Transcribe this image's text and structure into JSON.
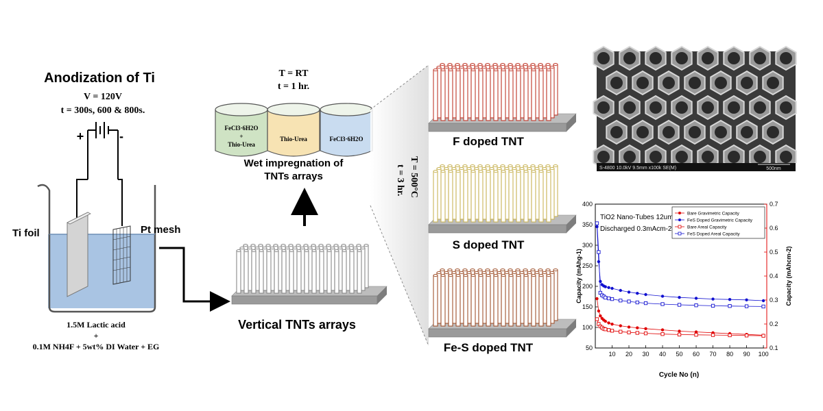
{
  "anodization": {
    "title": "Anodization of Ti",
    "voltage": "V = 120V",
    "time": "t =  300s, 600 & 800s.",
    "plus": "+",
    "minus": "-",
    "ti_foil": "Ti foil",
    "pt_mesh": "Pt mesh",
    "electrolyte_line1": "1.5M Lactic acid",
    "electrolyte_line2": "+",
    "electrolyte_line3": "0.1M NH4F + 5wt% DI Water + EG"
  },
  "impregnation": {
    "temp": "T = RT",
    "time": "t = 1 hr.",
    "beakers": [
      {
        "line1": "FeCl3·6H2O",
        "line2": "+",
        "line3": "Thio-Urea",
        "color": "#cfe3c4"
      },
      {
        "line1": "Thio-Urea",
        "line2": "",
        "line3": "",
        "color": "#f7e3b3"
      },
      {
        "line1": "FeCl3·6H2O",
        "line2": "",
        "line3": "",
        "color": "#c9dcf0"
      }
    ],
    "caption_line1": "Wet impregnation of",
    "caption_line2": "TNTs arrays"
  },
  "vertical": {
    "label": "Vertical TNTs arrays",
    "color": "#e6e6e6"
  },
  "anneal": {
    "temp": "T = 500°C",
    "time": "t = 3 hr."
  },
  "doped": [
    {
      "label": "F doped TNT",
      "color": "#c0392b"
    },
    {
      "label": "S doped TNT",
      "color": "#c9b458"
    },
    {
      "label": "Fe-S doped TNT",
      "color": "#a0522d"
    }
  ],
  "sem": {
    "caption": "S-4800 10.0kV 9.5mm x100k SE(M)",
    "scale": "500nm"
  },
  "chart_data": {
    "type": "scatter",
    "annotation_line1": "TiO2 Nano-Tubes 12um",
    "annotation_line2": "Discharged 0.3mAcm-2",
    "xlabel": "Cycle No (n)",
    "ylabel_left": "Capacity (mAhg-1)",
    "ylabel_right": "Capacity (mAhcm-2)",
    "xlim": [
      0,
      102
    ],
    "ylim_left": [
      50,
      400
    ],
    "ylim_right": [
      0.1,
      0.7
    ],
    "x_ticks": [
      "10",
      "20",
      "30",
      "40",
      "50",
      "60",
      "70",
      "80",
      "90",
      "100"
    ],
    "y_ticks_left": [
      "50",
      "100",
      "150",
      "200",
      "250",
      "300",
      "350",
      "400"
    ],
    "y_ticks_right": [
      "0.1",
      "0.2",
      "0.3",
      "0.4",
      "0.5",
      "0.6",
      "0.7"
    ],
    "series": [
      {
        "name": "Bare Gravimetric Capacity",
        "axis": "left",
        "marker": "filled-circle",
        "color": "#e00000",
        "x": [
          1,
          2,
          3,
          4,
          5,
          6,
          8,
          10,
          15,
          20,
          25,
          30,
          40,
          50,
          60,
          70,
          80,
          90,
          100
        ],
        "y": [
          170,
          140,
          128,
          122,
          118,
          115,
          111,
          108,
          104,
          101,
          99,
          97,
          94,
          91,
          89,
          87,
          85,
          83,
          81
        ]
      },
      {
        "name": "FeS Doped Gravimetric Capacity",
        "axis": "left",
        "marker": "filled-circle",
        "color": "#1010d0",
        "x": [
          1,
          2,
          3,
          4,
          5,
          6,
          8,
          10,
          15,
          20,
          25,
          30,
          40,
          50,
          60,
          70,
          80,
          90,
          100
        ],
        "y": [
          345,
          260,
          212,
          204,
          201,
          199,
          197,
          195,
          190,
          186,
          183,
          180,
          176,
          173,
          171,
          169,
          168,
          167,
          165
        ]
      },
      {
        "name": "Bare Areal Capacity",
        "axis": "right",
        "marker": "open-square",
        "color": "#e00000",
        "x": [
          1,
          2,
          3,
          4,
          5,
          6,
          8,
          10,
          15,
          20,
          25,
          30,
          40,
          50,
          60,
          70,
          80,
          90,
          100
        ],
        "y": [
          0.22,
          0.2,
          0.19,
          0.185,
          0.18,
          0.178,
          0.175,
          0.172,
          0.168,
          0.165,
          0.163,
          0.161,
          0.158,
          0.156,
          0.155,
          0.154,
          0.153,
          0.152,
          0.151
        ]
      },
      {
        "name": "FeS Doped Areal Capacity",
        "axis": "right",
        "marker": "open-square",
        "color": "#1010d0",
        "x": [
          1,
          2,
          3,
          4,
          5,
          6,
          8,
          10,
          15,
          20,
          25,
          30,
          40,
          50,
          60,
          70,
          80,
          90,
          100
        ],
        "y": [
          0.62,
          0.5,
          0.33,
          0.32,
          0.315,
          0.31,
          0.307,
          0.304,
          0.298,
          0.294,
          0.29,
          0.287,
          0.283,
          0.28,
          0.278,
          0.276,
          0.275,
          0.274,
          0.273
        ]
      }
    ]
  }
}
